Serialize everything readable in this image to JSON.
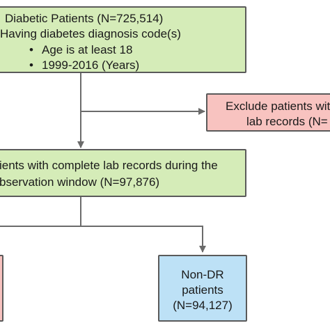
{
  "boxes": {
    "diabetic": {
      "title": "Diabetic Patients (N=725,514)",
      "line2": "Having diabetes diagnosis code(s)",
      "bullets": [
        "Age is at least 18",
        "1999-2016 (Years)"
      ],
      "bullet_glyph": "•"
    },
    "exclude": {
      "line1": "Exclude patients wit",
      "line2": "lab records (N="
    },
    "complete": {
      "line1": "ients with complete lab records during the",
      "line2": "bservation window (N=97,876)"
    },
    "non_dr": {
      "line1": "Non-DR",
      "line2": "patients",
      "line3": "(N=94,127)"
    }
  },
  "colors": {
    "green_fill": "#d5ecb8",
    "red_fill": "#f8c3c0",
    "blue_fill": "#bde1f6",
    "border": "#5a5a5a",
    "connector": "#6b6b6b"
  }
}
